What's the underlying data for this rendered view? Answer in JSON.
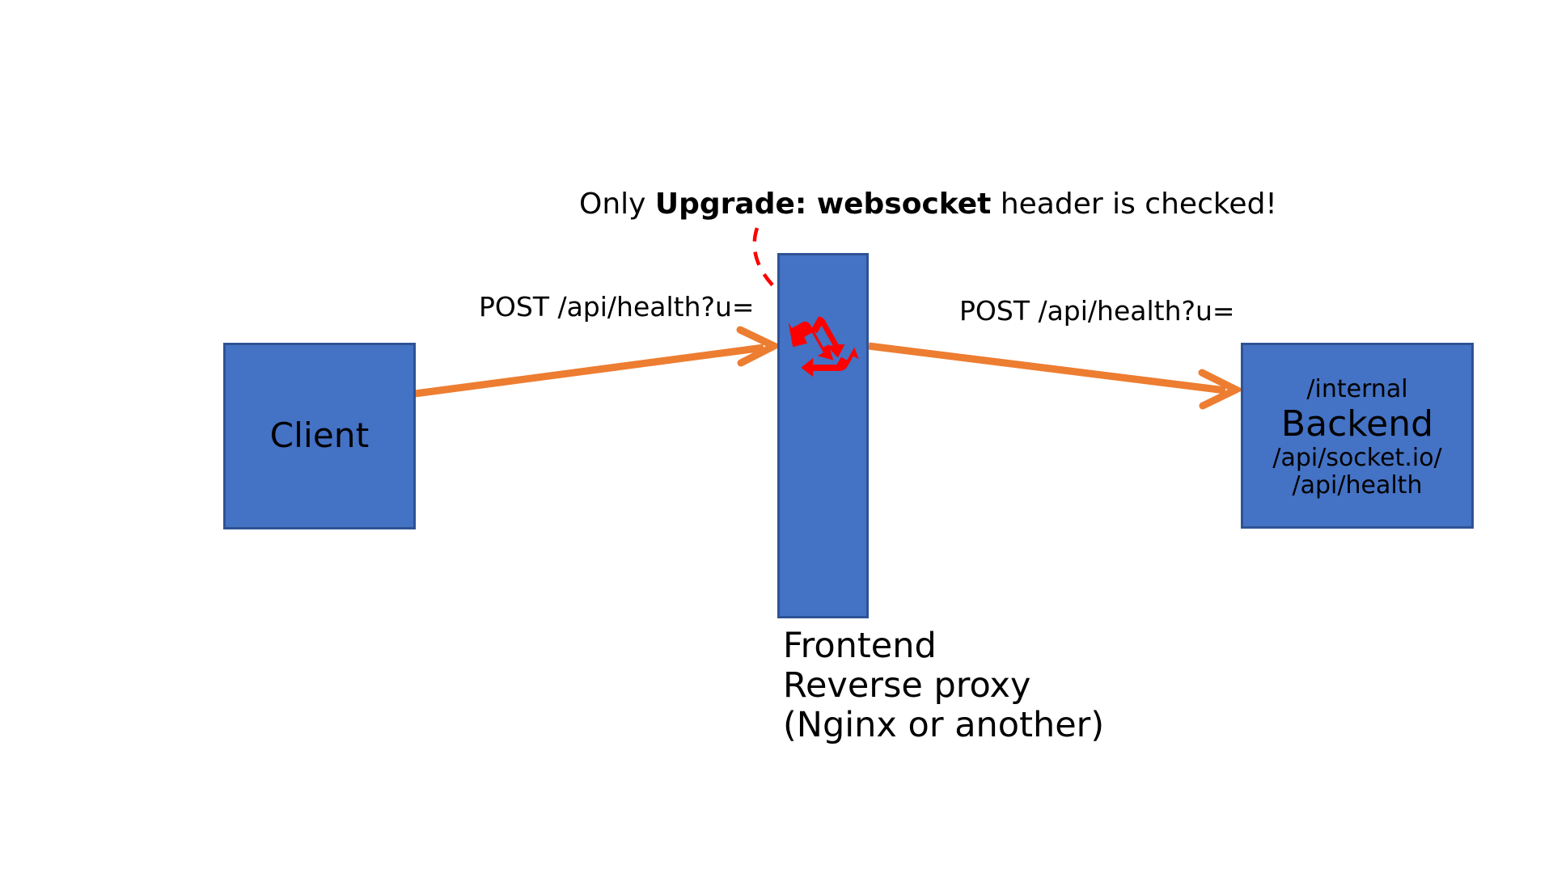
{
  "diagram": {
    "title": "Reverse proxy websocket upgrade path diagram",
    "colors": {
      "node_fill": "#4472C4",
      "node_border": "#2E5395",
      "arrow": "#ED7D31",
      "callout": "#FF0000",
      "background": "#FFFFFF",
      "text": "#000000"
    },
    "nodes": {
      "client": {
        "label": "Client"
      },
      "frontend": {
        "icon": "recycle-loop-icon",
        "caption_lines": [
          "Frontend",
          "Reverse proxy",
          "(Nginx or another)"
        ]
      },
      "backend": {
        "line1": "/internal",
        "line2": "Backend",
        "line3": "/api/socket.io/",
        "line4": "/api/health"
      }
    },
    "edges": {
      "client_to_frontend": {
        "label": "POST /api/health?u=",
        "style": "solid-arrow"
      },
      "frontend_to_backend": {
        "label": "POST /api/health?u=",
        "style": "solid-arrow"
      },
      "callout_to_frontend": {
        "style": "dashed-curve"
      }
    },
    "annotation": {
      "prefix": "Only ",
      "emphasis": "Upgrade: websocket",
      "suffix": " header is checked!"
    }
  }
}
